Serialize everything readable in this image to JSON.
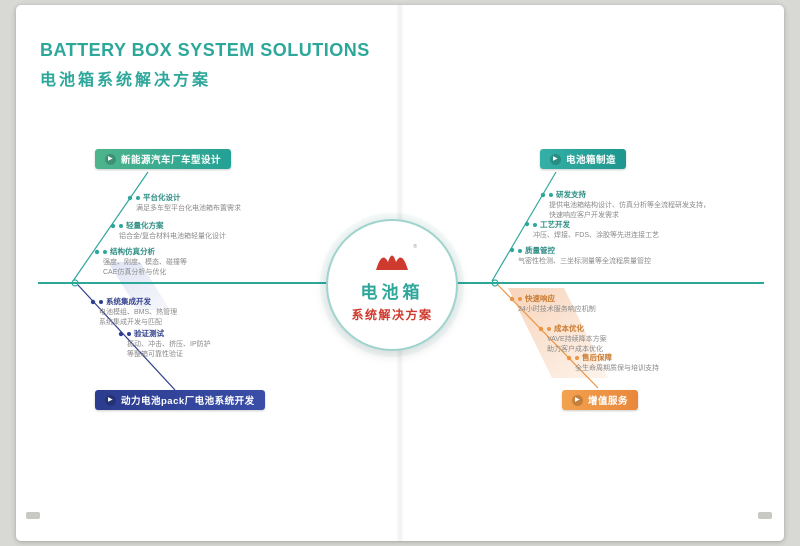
{
  "colors": {
    "teal": "#2ea79b",
    "red": "#ce3a2d",
    "navy": "#2e3d8f",
    "orange": "#ec9440",
    "text_gray": "#8a8a8a"
  },
  "page": {
    "title_en": "BATTERY BOX SYSTEM SOLUTIONS",
    "title_zh": "电池箱系统解决方案"
  },
  "center": {
    "line1": "电池箱",
    "line2": "系统解决方案"
  },
  "branches": {
    "top_left": {
      "label": "新能源汽车厂车型设计",
      "items": [
        {
          "title": "平台化设计",
          "lines": [
            "满足多车型平台化电池箱布置需求"
          ]
        },
        {
          "title": "轻量化方案",
          "lines": [
            "铝合金/复合材料电池箱轻量化设计"
          ]
        },
        {
          "title": "结构仿真分析",
          "lines": [
            "强度、刚度、模态、碰撞等",
            "CAE仿真分析与优化"
          ]
        }
      ]
    },
    "top_right": {
      "label": "电池箱制造",
      "items": [
        {
          "title": "研发支持",
          "lines": [
            "提供电池箱结构设计、仿真分析等全流程研发支持，",
            "快速响应客户开发需求"
          ]
        },
        {
          "title": "工艺开发",
          "lines": [
            "冲压、焊接、FDS、涂胶等先进连接工艺"
          ]
        },
        {
          "title": "质量管控",
          "lines": [
            "气密性检测、三坐标测量等全流程质量管控"
          ]
        }
      ]
    },
    "bottom_left": {
      "label": "动力电池pack厂电池系统开发",
      "items": [
        {
          "title": "系统集成开发",
          "lines": [
            "电池模组、BMS、热管理",
            "系统集成开发与匹配"
          ]
        },
        {
          "title": "验证测试",
          "lines": [
            "振动、冲击、挤压、IP防护",
            "等整箱可靠性验证"
          ]
        }
      ]
    },
    "bottom_right": {
      "label": "增值服务",
      "items": [
        {
          "title": "快速响应",
          "lines": [
            "24小时技术服务响应机制"
          ]
        },
        {
          "title": "成本优化",
          "lines": [
            "VAVE持续降本方案",
            "助力客户成本优化"
          ]
        },
        {
          "title": "售后保障",
          "lines": [
            "全生命周期质保与培训支持"
          ]
        }
      ]
    }
  }
}
